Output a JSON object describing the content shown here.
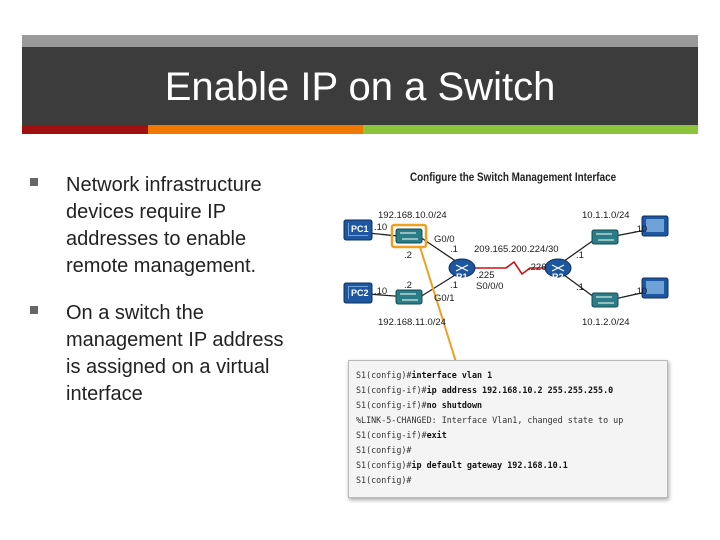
{
  "slide": {
    "title": "Enable IP on a Switch",
    "bullets": [
      "Network infrastructure devices require IP addresses to enable remote management.",
      "On a switch the management IP address is assigned on a virtual interface"
    ]
  },
  "figure": {
    "title": "Configure the Switch Management Interface",
    "pc1": "PC1",
    "pc2": "PC2",
    "r1": "R1",
    "r2": "R2",
    "net_top_left": "192.168.10.0/24",
    "net_bottom_left": "192.168.11.0/24",
    "net_top_right": "10.1.1.0/24",
    "net_bottom_right": "10.1.2.0/24",
    "serial_net": "209.165.200.224/30",
    "host_pc1": ".10",
    "host_pc2": ".10",
    "host_s1": ".2",
    "host_s2": ".2",
    "host_r1_g00": ".1",
    "host_r1_g01": ".1",
    "host_r1_serial": ".225",
    "host_r2_serial": ".226",
    "host_r2_top": ".1",
    "host_r2_bottom": ".1",
    "host_pc_tr": ".10",
    "host_pc_br": ".10",
    "if_g00": "G0/0",
    "if_s000": "S0/0/0",
    "if_g01": "G0/1",
    "cli": [
      {
        "prompt": "S1(config)#",
        "cmd": "interface vlan 1"
      },
      {
        "prompt": "S1(config-if)#",
        "cmd": "ip address 192.168.10.2 255.255.255.0"
      },
      {
        "prompt": "S1(config-if)#",
        "cmd": "no shutdown"
      },
      {
        "prompt": "%LINK-5-CHANGED: Interface Vlan1, changed state to up",
        "cmd": ""
      },
      {
        "prompt": "S1(config-if)#",
        "cmd": "exit"
      },
      {
        "prompt": "S1(config)#",
        "cmd": ""
      },
      {
        "prompt": "S1(config)#",
        "cmd": "ip default gateway 192.168.10.1"
      },
      {
        "prompt": "S1(config)#",
        "cmd": ""
      }
    ],
    "colors": {
      "switch": "#2a7d86",
      "router": "#1f56a0",
      "pc": "#1f56a0",
      "highlight": "#f0a020",
      "serial_link": "#d01010"
    }
  }
}
